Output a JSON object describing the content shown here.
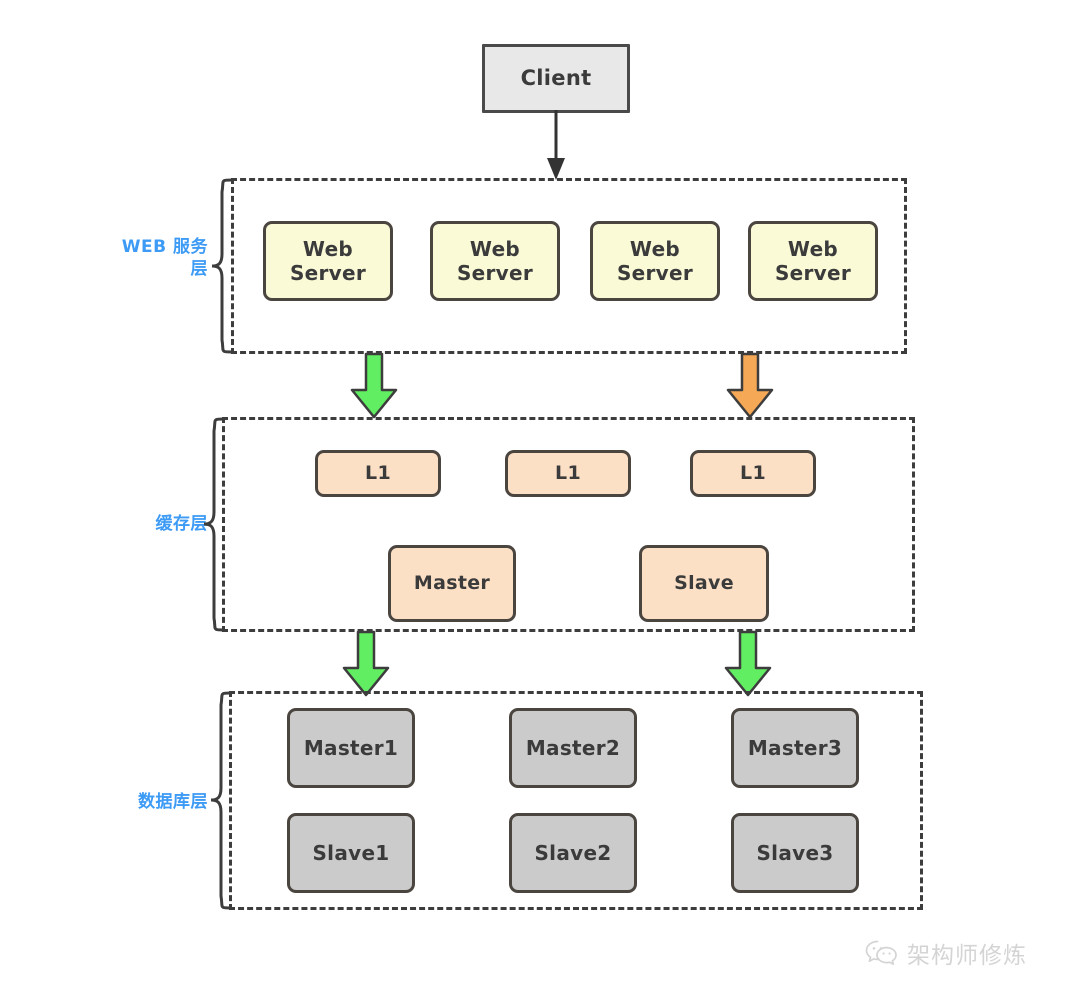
{
  "diagram": {
    "title": "Layered web architecture",
    "background": "#ffffff",
    "colors": {
      "label_blue": "#3d9bf5",
      "arrow_green": "#62ee62",
      "arrow_orange": "#f5a855",
      "node_stroke": "#4b4540",
      "web_fill": "#fafad7",
      "cache_fill": "#fce0c6",
      "db_fill": "#cbcbcb",
      "client_fill": "#e8e8e8",
      "dash_stroke": "#3d3d3d"
    }
  },
  "client": {
    "label": "Client"
  },
  "layers": [
    {
      "id": "web",
      "label": "WEB 服务层",
      "label_line1": "WEB 服务",
      "label_line2": "层",
      "nodes": [
        {
          "label": "Web\nServer",
          "line1": "Web",
          "line2": "Server"
        },
        {
          "label": "Web\nServer",
          "line1": "Web",
          "line2": "Server"
        },
        {
          "label": "Web\nServer",
          "line1": "Web",
          "line2": "Server"
        },
        {
          "label": "Web\nServer",
          "line1": "Web",
          "line2": "Server"
        }
      ]
    },
    {
      "id": "cache",
      "label": "缓存层",
      "row1": [
        {
          "label": "L1"
        },
        {
          "label": "L1"
        },
        {
          "label": "L1"
        }
      ],
      "row2": [
        {
          "label": "Master"
        },
        {
          "label": "Slave"
        }
      ]
    },
    {
      "id": "database",
      "label": "数据库层",
      "row1": [
        {
          "label": "Master1"
        },
        {
          "label": "Master2"
        },
        {
          "label": "Master3"
        }
      ],
      "row2": [
        {
          "label": "Slave1"
        },
        {
          "label": "Slave2"
        },
        {
          "label": "Slave3"
        }
      ]
    }
  ],
  "arrows": [
    {
      "id": "client-to-web",
      "kind": "thin-arrow",
      "color": "#333333"
    },
    {
      "id": "web-to-cache-left",
      "kind": "block-arrow",
      "color": "#62ee62"
    },
    {
      "id": "web-to-cache-right",
      "kind": "block-arrow",
      "color": "#f5a855"
    },
    {
      "id": "cache-to-db-left",
      "kind": "block-arrow",
      "color": "#62ee62"
    },
    {
      "id": "cache-to-db-right",
      "kind": "block-arrow",
      "color": "#62ee62"
    }
  ],
  "watermark": {
    "text": "架构师修炼",
    "icon": "wechat-icon"
  }
}
